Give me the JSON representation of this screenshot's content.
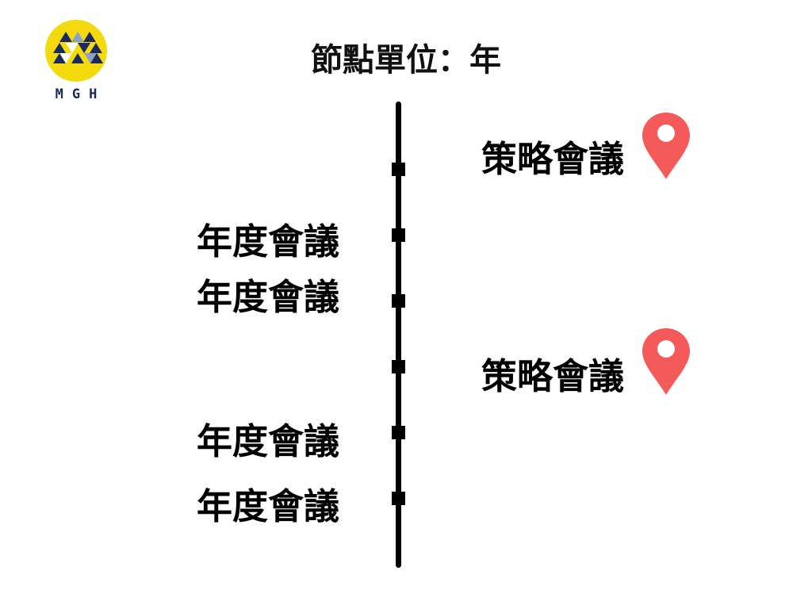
{
  "logo": {
    "text": "MGH",
    "circle_color": "#f5d90f",
    "ink_color": "#1a2a5c"
  },
  "title": "節點單位：年",
  "timeline": {
    "line_color": "#000000",
    "pin_color": "#f45a5a",
    "events": [
      {
        "label": "策略會議",
        "side": "right",
        "pin": true
      },
      {
        "label": "年度會議",
        "side": "left",
        "pin": false
      },
      {
        "label": "年度會議",
        "side": "left",
        "pin": false
      },
      {
        "label": "策略會議",
        "side": "right",
        "pin": true
      },
      {
        "label": "年度會議",
        "side": "left",
        "pin": false
      },
      {
        "label": "年度會議",
        "side": "left",
        "pin": false
      }
    ]
  }
}
